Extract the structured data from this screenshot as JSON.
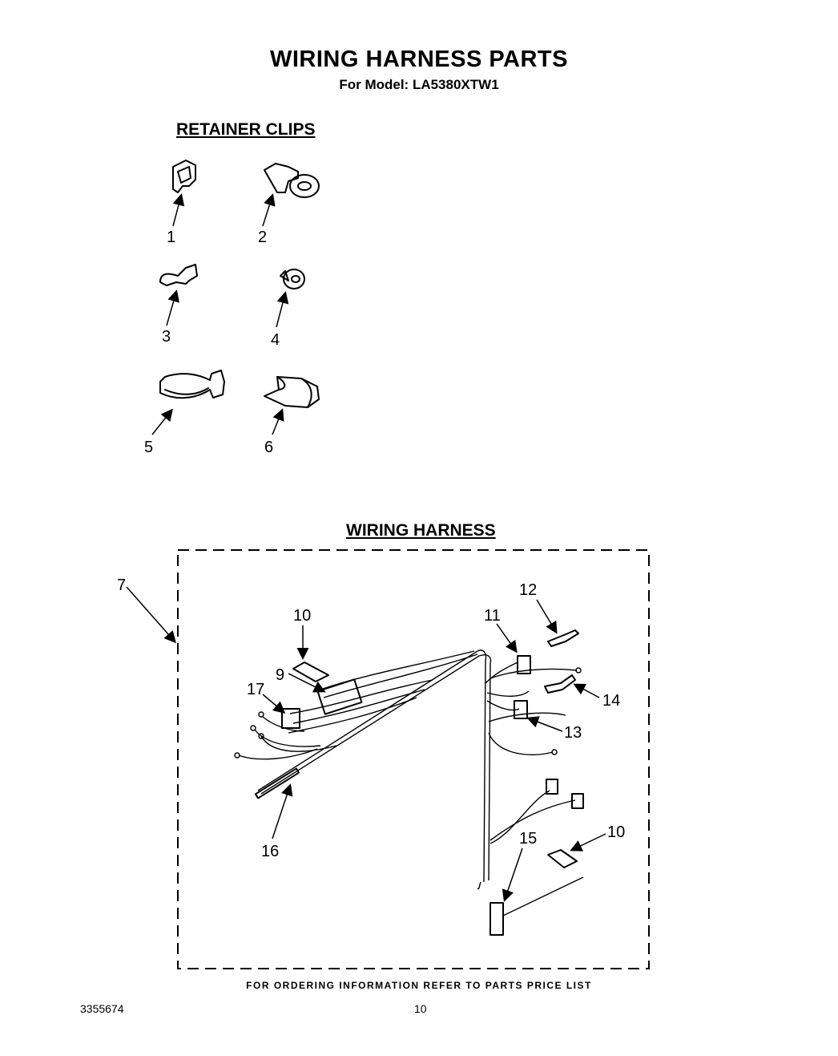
{
  "page": {
    "title": "WIRING HARNESS PARTS",
    "model_line": "For Model: LA5380XTW1",
    "footer_note": "FOR ORDERING INFORMATION REFER TO PARTS PRICE LIST",
    "doc_number": "3355674",
    "page_number": "10"
  },
  "sections": {
    "retainer_clips": {
      "heading": "RETAINER CLIPS"
    },
    "wiring_harness": {
      "heading": "WIRING HARNESS"
    }
  },
  "callouts": {
    "c1": "1",
    "c2": "2",
    "c3": "3",
    "c4": "4",
    "c5": "5",
    "c6": "6",
    "c7": "7",
    "c9": "9",
    "c10a": "10",
    "c10b": "10",
    "c11": "11",
    "c12": "12",
    "c13": "13",
    "c14": "14",
    "c15": "15",
    "c16": "16",
    "c17": "17"
  }
}
